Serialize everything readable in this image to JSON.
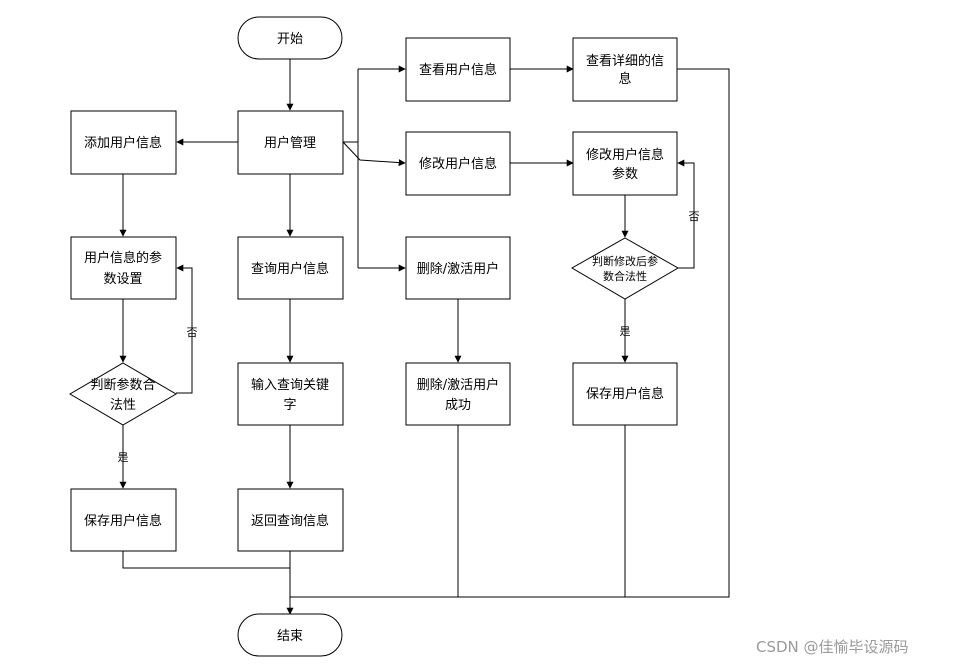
{
  "nodes": {
    "start": "开始",
    "user_mgmt": "用户管理",
    "add_user": "添加用户信息",
    "param_set": [
      "用户信息的参",
      "数设置"
    ],
    "check_valid": [
      "判断参数合",
      "法性"
    ],
    "save_left": "保存用户信息",
    "query_user": "查询用户信息",
    "input_keyword": [
      "输入查询关键",
      "字"
    ],
    "return_query": "返回查询信息",
    "view_user": "查看用户信息",
    "view_detail": [
      "查看详细的信",
      "息"
    ],
    "modify_user": "修改用户信息",
    "modify_param": [
      "修改用户信息",
      "参数"
    ],
    "check_modified": [
      "判断修改后参",
      "数合法性"
    ],
    "save_right": "保存用户信息",
    "delete_user": "删除/激活用户",
    "delete_success": [
      "删除/激活用户",
      "成功"
    ],
    "end": "结束"
  },
  "edge_labels": {
    "left_no": "否",
    "left_yes": "是",
    "right_no": "否",
    "right_yes": "是"
  },
  "watermark": "CSDN @佳愉毕设源码"
}
